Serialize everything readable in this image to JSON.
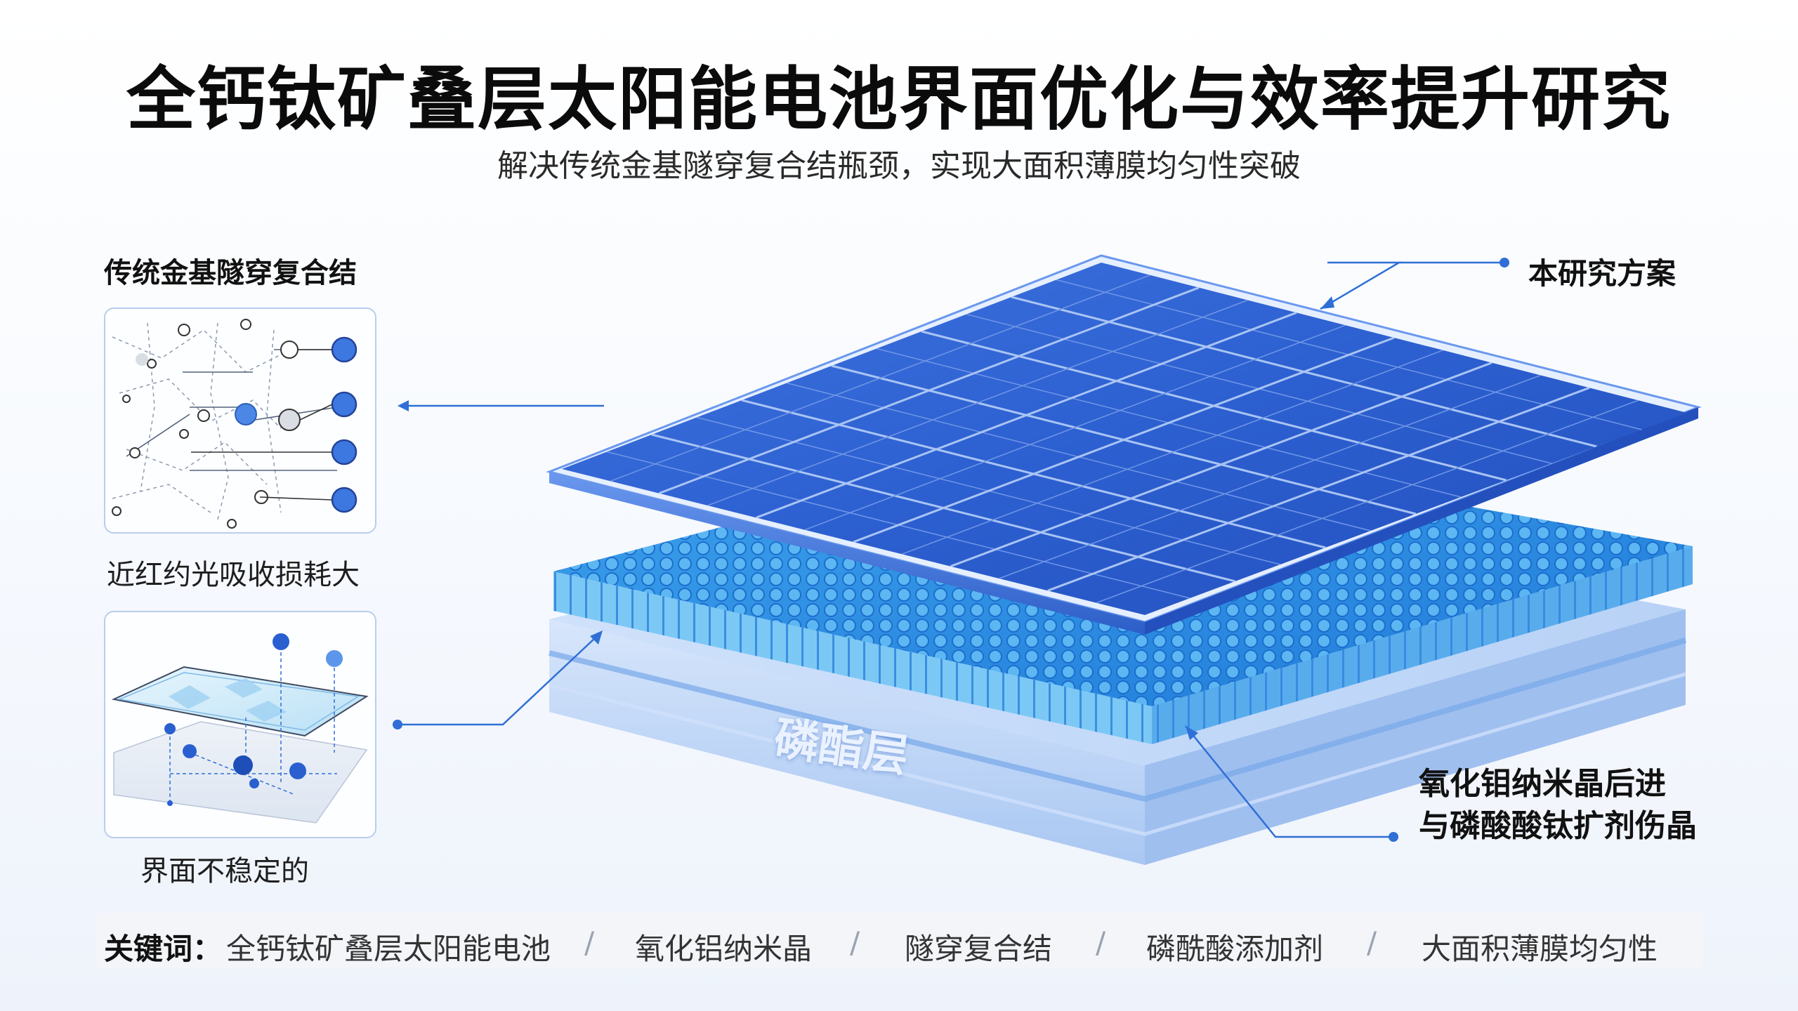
{
  "title": "全钙钛矿叠层太阳能电池界面优化与效率提升研究",
  "subtitle": "解决传统金基隧穿复合结瓶颈，实现大面积薄膜均匀性突破",
  "left_heading": "传统金基隧穿复合结",
  "captions": {
    "panel1": "近红约光吸收损耗大",
    "panel2": "界面不稳定的"
  },
  "right_labels": {
    "top": "本研究方案",
    "bottom_line1": "氧化钼纳米晶后进",
    "bottom_line2": "与磷酸酸钛扩剂伤晶"
  },
  "layer_label": "磷酯层",
  "keywords": {
    "label": "关键词：",
    "items": [
      "全钙钛矿叠层太阳能电池",
      "氧化铝纳米晶",
      "隧穿复合结",
      "磷酰酸添加剂",
      "大面积薄膜均匀性"
    ],
    "separator": "/"
  },
  "colors": {
    "accent": "#2f6fd6",
    "panel_blue": "#2c5fd0",
    "cyan_layer": "#4aa8ec",
    "base_layer": "#bcd4f5",
    "text": "#111111"
  }
}
